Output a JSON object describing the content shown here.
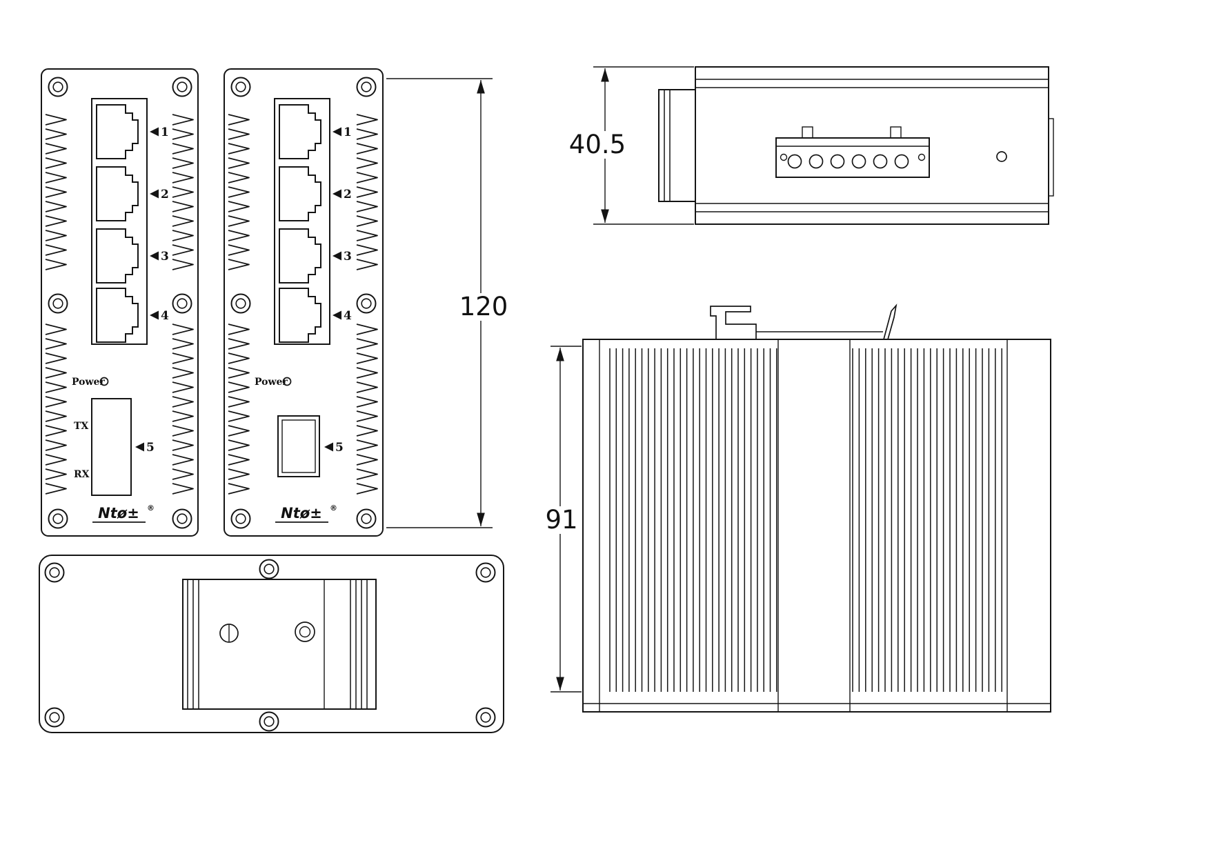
{
  "drawing": {
    "front_a": {
      "ports": [
        "1",
        "2",
        "3",
        "4"
      ],
      "port5": "5",
      "power": "Power",
      "tx": "TX",
      "rx": "RX",
      "logo": "Ntø±",
      "reg": "®"
    },
    "front_b": {
      "ports": [
        "1",
        "2",
        "3",
        "4"
      ],
      "port5": "5",
      "power": "Power",
      "logo": "Ntø±",
      "reg": "®"
    },
    "dims": {
      "front_height": "120",
      "top_depth": "40.5",
      "side_height": "91"
    }
  }
}
